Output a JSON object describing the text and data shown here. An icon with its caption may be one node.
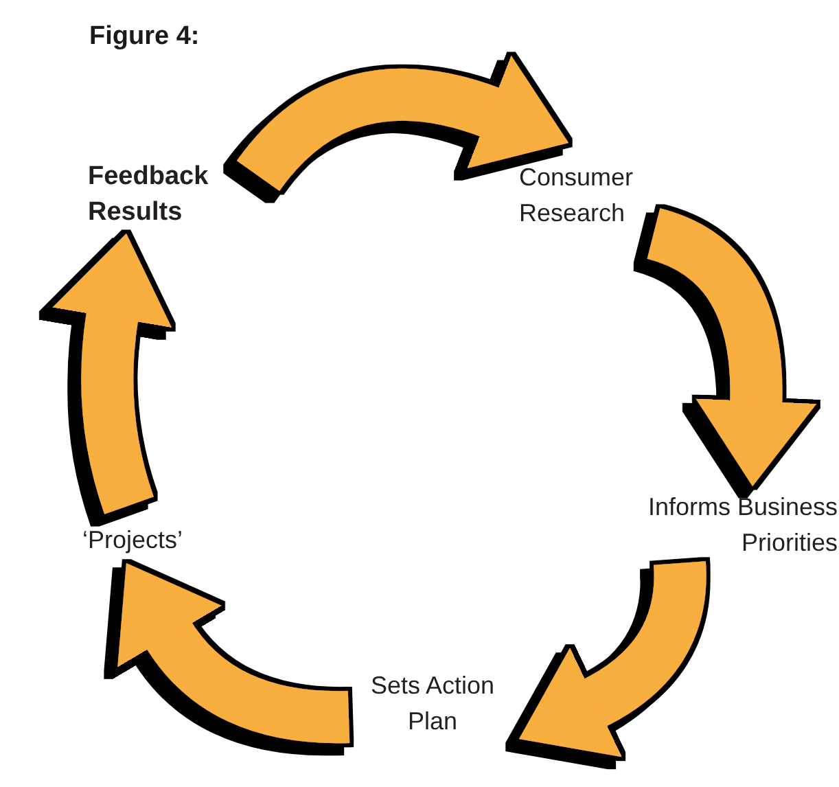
{
  "diagram": {
    "title": "Figure 4:",
    "nodes": [
      {
        "text": [
          "Feedback Results"
        ]
      },
      {
        "text": [
          "Consumer Research"
        ]
      },
      {
        "text": [
          "Informs Business Priorities"
        ]
      },
      {
        "text": [
          "Sets Action Plan"
        ]
      },
      {
        "text": [
          "‘Projects’"
        ]
      }
    ],
    "edges": [
      {
        "from": 0,
        "to": 1,
        "arrow": "to"
      },
      {
        "from": 1,
        "to": 2,
        "arrow": "to"
      },
      {
        "from": 2,
        "to": 3,
        "arrow": "to"
      },
      {
        "from": 3,
        "to": 4,
        "arrow": "to"
      },
      {
        "from": 4,
        "to": 0,
        "arrow": "to"
      }
    ]
  }
}
